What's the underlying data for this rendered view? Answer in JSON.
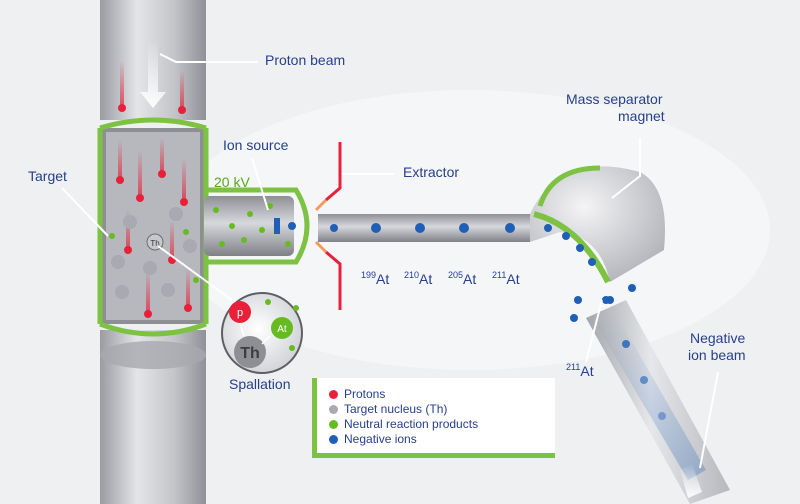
{
  "labels": {
    "proton_beam": "Proton beam",
    "target": "Target",
    "ion_source": "Ion source",
    "voltage": "20 kV",
    "extractor": "Extractor",
    "mass_separator_line1": "Mass separator",
    "mass_separator_line2": "magnet",
    "spallation": "Spallation",
    "negative_ion_beam_line1": "Negative",
    "negative_ion_beam_line2": "ion beam",
    "target_nucleus_tag": "Th",
    "proton_tag": "p",
    "product_tag": "At",
    "nucleus_big": "Th"
  },
  "isotopes": [
    {
      "mass": "199",
      "symbol": "At"
    },
    {
      "mass": "210",
      "symbol": "At"
    },
    {
      "mass": "205",
      "symbol": "At"
    },
    {
      "mass": "211",
      "symbol": "At"
    }
  ],
  "selected_isotope": {
    "mass": "211",
    "symbol": "At"
  },
  "legend": [
    {
      "label": "Protons",
      "color": "#e8203a"
    },
    {
      "label": "Target nucleus (Th)",
      "color": "#a9a9b1"
    },
    {
      "label": "Neutral reaction products",
      "color": "#66bb22"
    },
    {
      "label": "Negative ions",
      "color": "#1f5fb5"
    }
  ],
  "colors": {
    "accent_green": "#7dc242",
    "text_blue": "#27408b",
    "proton_red": "#e8203a",
    "ion_blue": "#1f5fb5",
    "pipe_gray": "#c5c7cb"
  }
}
